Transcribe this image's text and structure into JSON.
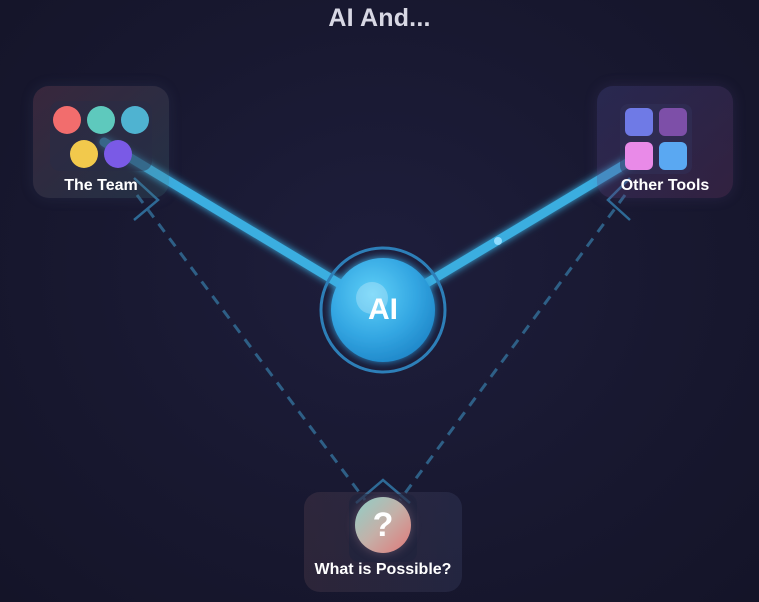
{
  "title": "AI And...",
  "center": {
    "label": "AI",
    "color": "#3fb2ea"
  },
  "nodes": {
    "team": {
      "label": "The Team",
      "dot_colors": [
        "#f26d6d",
        "#5ec9bd",
        "#4fb3d1",
        "#f2c94c",
        "#7a5ae6"
      ]
    },
    "tools": {
      "label": "Other Tools",
      "square_colors": [
        "#6f7ae6",
        "#7d4fa8",
        "#e98ae8",
        "#5aa8f2"
      ]
    },
    "possible": {
      "label": "What is Possible?",
      "symbol": "?"
    }
  },
  "connections": {
    "solid_color": "#3aaee0",
    "dashed_color": "#2e5f86"
  }
}
